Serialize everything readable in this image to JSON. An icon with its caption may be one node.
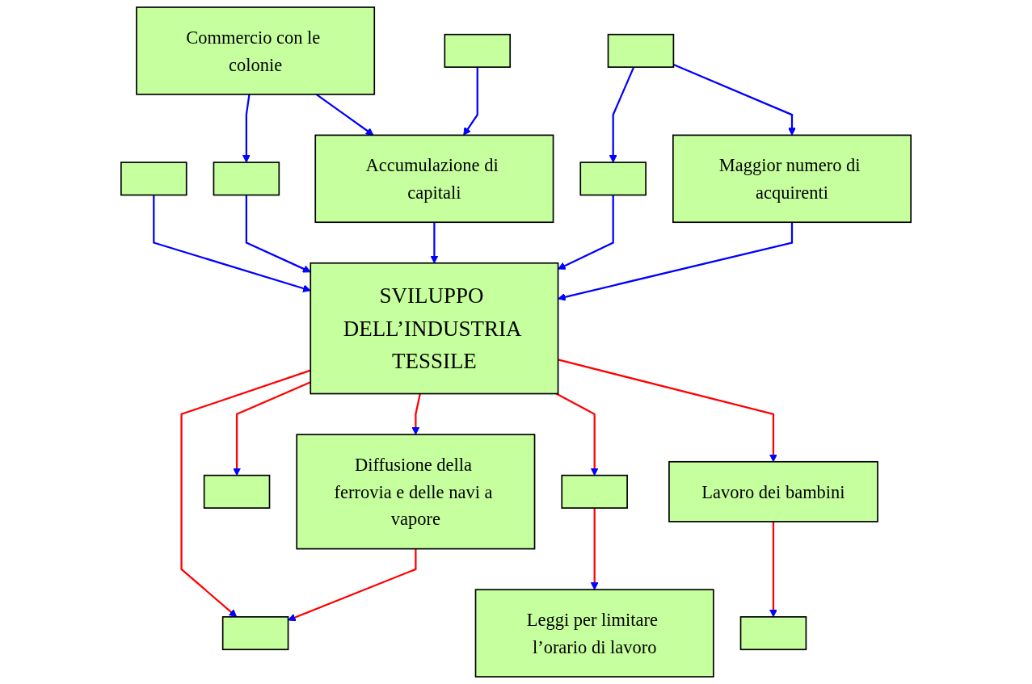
{
  "diagram": {
    "nodes": [
      {
        "text": [
          "Commercio con le colonie"
        ]
      },
      {
        "text": [],
        "shape": "box"
      },
      {
        "text": [],
        "shape": "box"
      },
      {
        "text": [],
        "shape": "box"
      },
      {
        "text": [],
        "shape": "box"
      },
      {
        "text": [
          "Accumulazione di capitali"
        ]
      },
      {
        "text": [],
        "shape": "box"
      },
      {
        "text": [
          "Maggior numero di acquirenti"
        ]
      },
      {
        "text": [
          "SVILUPPO DELL’INDUSTRIA TESSILE"
        ]
      },
      {
        "text": [
          "Diffusione della ferrovia e delle navi a vapore"
        ]
      },
      {
        "text": [],
        "shape": "box"
      },
      {
        "text": [],
        "shape": "box"
      },
      {
        "text": [
          "Lavoro dei bambini"
        ]
      },
      {
        "text": [],
        "shape": "box"
      },
      {
        "text": [
          "Leggi per limitare l’orario di lavoro"
        ]
      },
      {
        "text": [],
        "shape": "box"
      }
    ],
    "edges": [
      {
        "from": 0,
        "to": 4,
        "arrow": "to"
      },
      {
        "from": 0,
        "to": 5,
        "arrow": "to"
      },
      {
        "from": 1,
        "to": 5,
        "arrow": "to"
      },
      {
        "from": 2,
        "to": 8,
        "arrow": "to"
      },
      {
        "from": 3,
        "to": 6,
        "arrow": "to"
      },
      {
        "from": 3,
        "to": 7,
        "arrow": "to"
      },
      {
        "from": 4,
        "to": 8,
        "arrow": "to"
      },
      {
        "from": 5,
        "to": 8,
        "arrow": "to"
      },
      {
        "from": 6,
        "to": 8,
        "arrow": "to"
      },
      {
        "from": 7,
        "to": 8,
        "arrow": "to"
      },
      {
        "from": 8,
        "to": 9,
        "arrow": "to",
        "color": "#ff0000"
      },
      {
        "from": 8,
        "to": 13,
        "arrow": "to",
        "color": "#ff0000"
      },
      {
        "from": 8,
        "to": 10,
        "arrow": "to",
        "color": "#ff0000"
      },
      {
        "from": 8,
        "to": 11,
        "arrow": "to",
        "color": "#ff0000"
      },
      {
        "from": 8,
        "to": 12,
        "arrow": "to",
        "color": "#ff0000"
      },
      {
        "from": 9,
        "to": 13,
        "arrow": "to",
        "color": "#ff0000"
      },
      {
        "from": 11,
        "to": 14,
        "arrow": "to",
        "color": "#ff0000"
      },
      {
        "from": 12,
        "to": 15,
        "arrow": "to",
        "color": "#ff0000"
      }
    ]
  }
}
